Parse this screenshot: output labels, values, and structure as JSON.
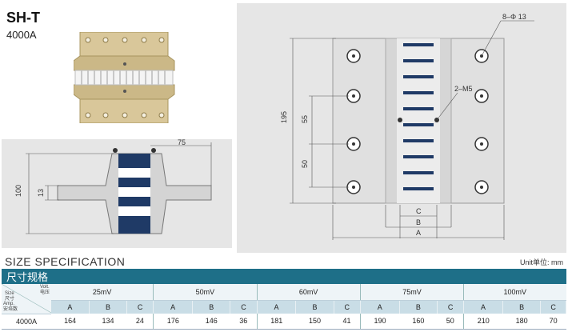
{
  "product": {
    "model": "SH-T",
    "current": "4000A"
  },
  "dimensions": {
    "pitch_mm": "75",
    "height_mm": "100",
    "blade_mm": "13",
    "overall_mm": "195",
    "spacing_55": "55",
    "spacing_50": "50",
    "holes": "8–Φ 13",
    "thread": "2–M5",
    "label_c": "C",
    "label_b": "B",
    "label_a": "A"
  },
  "spec": {
    "heading": "SIZE SPECIFICATION",
    "unit_note": "Unit单位: mm",
    "banner_cn": "尺寸规格",
    "corner_size": "Size\n尺寸",
    "corner_volt": "Volt.\n电压",
    "corner_amp": "Amp.\n安培数",
    "voltages": [
      "25mV",
      "50mV",
      "60mV",
      "75mV",
      "100mV"
    ],
    "abc": [
      "A",
      "B",
      "C"
    ],
    "row": {
      "amp": "4000A",
      "values": [
        [
          "164",
          "134",
          "24"
        ],
        [
          "176",
          "146",
          "36"
        ],
        [
          "181",
          "150",
          "41"
        ],
        [
          "190",
          "160",
          "50"
        ],
        [
          "210",
          "180",
          "70"
        ]
      ]
    }
  },
  "colors": {
    "banner": "#1e6f88",
    "metal": "#d9c79a",
    "panel": "#e6e6e6"
  }
}
